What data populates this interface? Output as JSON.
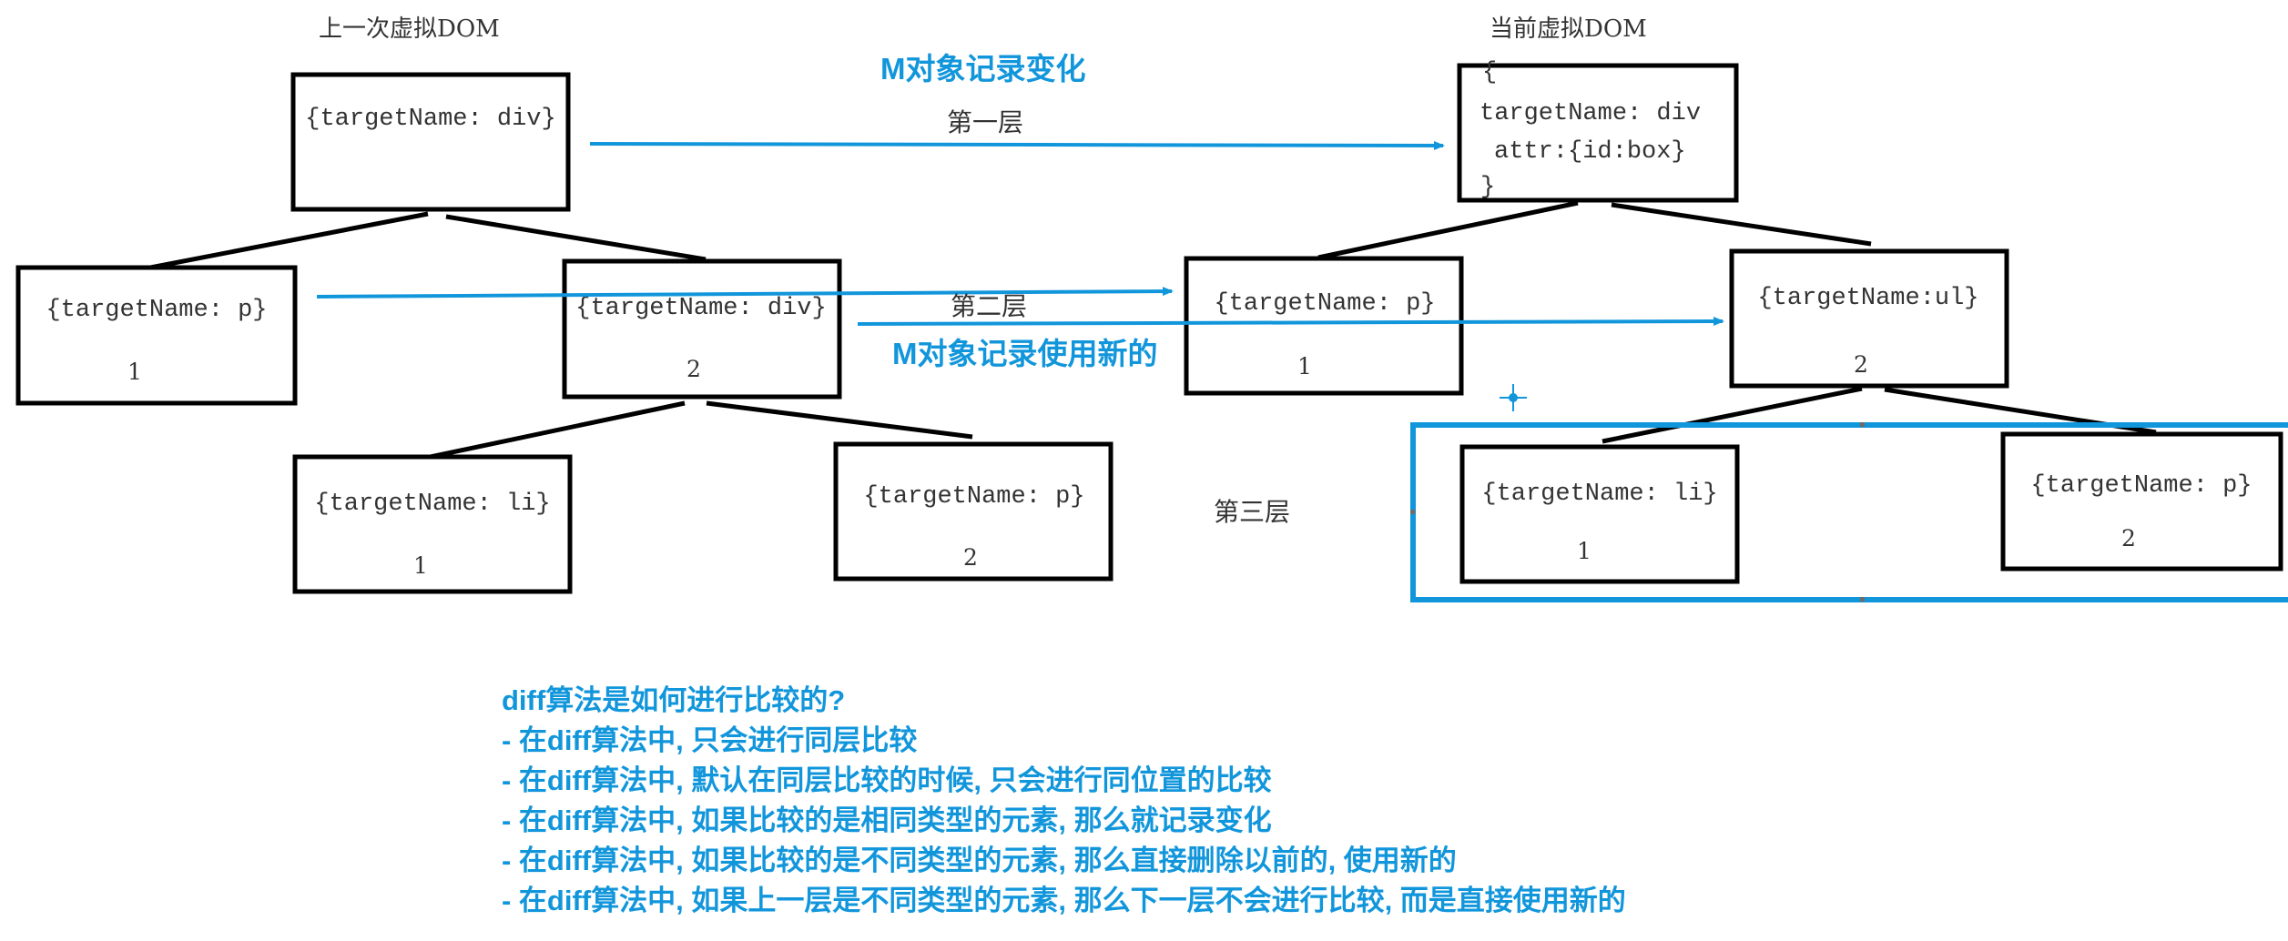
{
  "titles": {
    "old_tree": "上一次虚拟DOM",
    "new_tree": "当前虚拟DOM"
  },
  "old_tree": {
    "root": "{targetName: div}",
    "left": {
      "name": "{targetName: p}",
      "num": "1"
    },
    "right": {
      "name": "{targetName: div}",
      "num": "2"
    },
    "left_child": {
      "name": "{targetName: li}",
      "num": "1"
    },
    "right_child": {
      "name": "{targetName: p}",
      "num": "2"
    }
  },
  "new_tree": {
    "root_lines": [
      "{",
      "targetName: div",
      "attr:{id:box}",
      "}"
    ],
    "left": {
      "name": "{targetName: p}",
      "num": "1"
    },
    "right": {
      "name": "{targetName:ul}",
      "num": "2"
    },
    "left_child": {
      "name": "{targetName: li}",
      "num": "1"
    },
    "right_child": {
      "name": "{targetName: p}",
      "num": "2"
    }
  },
  "layers": {
    "first": "第一层",
    "second": "第二层",
    "third": "第三层"
  },
  "annotations": {
    "record_change": "M对象记录变化",
    "use_new": "M对象记录使用新的"
  },
  "notes": [
    "diff算法是如何进行比较的?",
    "- 在diff算法中, 只会进行同层比较",
    "- 在diff算法中, 默认在同层比较的时候, 只会进行同位置的比较",
    "- 在diff算法中, 如果比较的是相同类型的元素, 那么就记录变化",
    "- 在diff算法中, 如果比较的是不同类型的元素, 那么直接删除以前的, 使用新的",
    "- 在diff算法中, 如果上一层是不同类型的元素, 那么下一层不会进行比较, 而是直接使用新的"
  ],
  "colors": {
    "accent": "#1296db",
    "box_border": "#000000",
    "text": "#333333"
  }
}
